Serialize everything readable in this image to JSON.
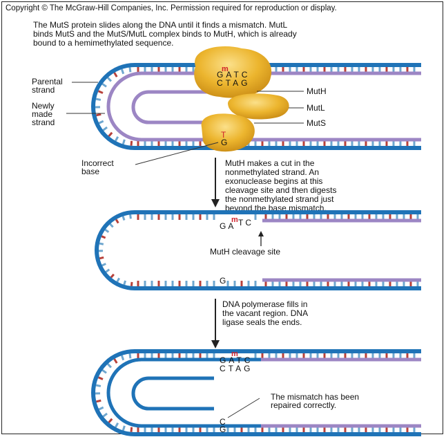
{
  "copyright": "Copyright © The McGraw-Hill Companies, Inc. Permission required for reproduction or display.",
  "caption1": [
    "The MutS protein slides along the DNA until it finds a mismatch. MutL",
    "binds MutS and the MutS/MutL complex binds to MutH, which is already",
    "bound to a hemimethylated sequence."
  ],
  "labels": {
    "parental": [
      "Parental",
      "strand"
    ],
    "newly": [
      "Newly",
      "made",
      "strand"
    ],
    "incorrect": [
      "Incorrect",
      "base"
    ],
    "muth": "MutH",
    "mutl": "MutL",
    "muts": "MutS"
  },
  "caption2": [
    "MutH makes a cut in the",
    "nonmethylated strand. An",
    "exonuclease begins at this",
    "cleavage site and then digests",
    "the nonmethylated strand just",
    "beyond the base mismatch."
  ],
  "cleavage_label": "MutH cleavage site",
  "caption3": [
    "DNA polymerase fills in",
    "the vacant region. DNA",
    "ligase seals the ends."
  ],
  "repaired_label": [
    "The mismatch has been",
    "repaired correctly."
  ],
  "bases": {
    "methyl_mark": "m",
    "top1": "GATC",
    "bottom1": "CTAG",
    "mismatch_top": "T",
    "mismatch_bottom": "G",
    "ga": "GA",
    "tc": "TC",
    "g_alone": "G",
    "top3": "GATC",
    "bottom3": "CTAG",
    "repaired_top": "C",
    "repaired_bottom": "G"
  },
  "colors": {
    "parental_strand": "#1f73b7",
    "new_strand": "#9c86c4",
    "protein": "#e9b32a",
    "rung_red": "#b8413a",
    "rung_blue": "#6fa7cf",
    "mismatch": "#d0202a"
  }
}
